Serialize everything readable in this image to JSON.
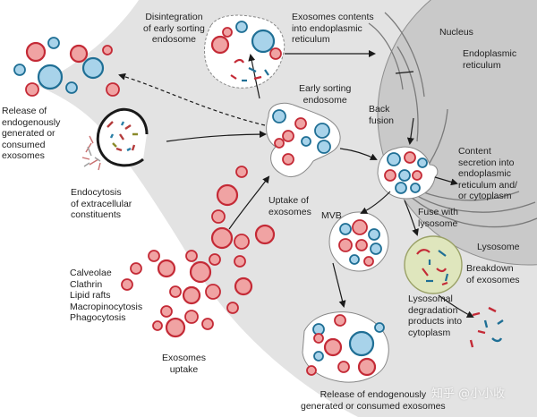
{
  "labels": {
    "disintegration": "Disintegration\nof early sorting\nendosome",
    "exosome_contents": "Exosomes contents\ninto endoplasmic\nreticulum",
    "nucleus": "Nucleus",
    "endoplasmic_reticulum": "Endoplasmic\nreticulum",
    "release_top": "Release of\nendogenously\ngenerated or\nconsumed\nexosomes",
    "early_sorting_endosome": "Early sorting\nendosome",
    "back_fusion": "Back\nfusion",
    "content_secretion": "Content\nsecretion into\nendoplasmic\nreticulum and/\nor cytoplasm",
    "endocytosis": "Endocytosis\nof extracellular\nconstituents",
    "uptake_of_exosomes": "Uptake of\nexosomes",
    "mvb": "MVB",
    "fuse_with_lysosome": "Fuse with\nlysosome",
    "lysosome": "Lysosome",
    "breakdown": "Breakdown\nof exosomes",
    "mechanisms": "Calveolae\nClathrin\nLipid rafts\nMacropinocytosis\nPhagocytosis",
    "exosomes_uptake": "Exosomes\nuptake",
    "lysosomal_degradation": "Lysosomal\ndegradation\nproducts into\ncytoplasm",
    "release_bottom": "Release of endogenously\ngenerated or consumed exosomes"
  },
  "watermark": "知乎 @小小收",
  "colors": {
    "cytoplasm": "#e3e3e3",
    "nucleus": "#c9c9c9",
    "vesicle_red_fill": "#f0a3a3",
    "vesicle_red_stroke": "#c42a36",
    "vesicle_blue_fill": "#a8d3ea",
    "vesicle_blue_stroke": "#1f6f95",
    "lysosome_fill": "#dfe6bd",
    "arrow": "#1a1a1a"
  }
}
